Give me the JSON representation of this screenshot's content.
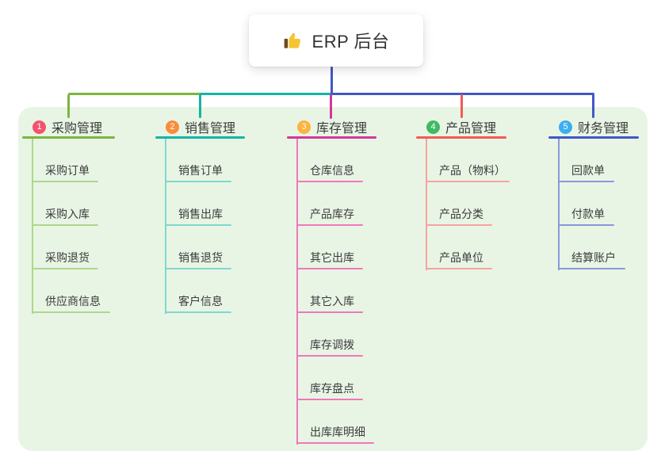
{
  "root": {
    "label": "ERP 后台",
    "icon": "thumbs-up-icon"
  },
  "colors": {
    "panel_background": "#e8f5e5",
    "root_connector": "#4157c9",
    "text": "#3b3b3b"
  },
  "branches": [
    {
      "index": "1",
      "label": "采购管理",
      "badge_color": "#f4536e",
      "line_color": "#7cb53e",
      "child_line_color": "#afd78a",
      "children": [
        "采购订单",
        "采购入库",
        "采购退货",
        "供应商信息"
      ]
    },
    {
      "index": "2",
      "label": "销售管理",
      "badge_color": "#f98c3d",
      "line_color": "#12b5a5",
      "child_line_color": "#7fd8cb",
      "children": [
        "销售订单",
        "销售出库",
        "销售退货",
        "客户信息"
      ]
    },
    {
      "index": "3",
      "label": "库存管理",
      "badge_color": "#ffb23e",
      "line_color": "#d2389a",
      "child_line_color": "#f177ba",
      "children": [
        "仓库信息",
        "产品库存",
        "其它出库",
        "其它入库",
        "库存调拨",
        "库存盘点",
        "出库库明细"
      ]
    },
    {
      "index": "4",
      "label": "产品管理",
      "badge_color": "#3fba63",
      "line_color": "#f25b55",
      "child_line_color": "#f8a39e",
      "children": [
        "产品（物料）",
        "产品分类",
        "产品单位"
      ]
    },
    {
      "index": "5",
      "label": "财务管理",
      "badge_color": "#3baeef",
      "line_color": "#4157c9",
      "child_line_color": "#8a97d9",
      "children": [
        "回款单",
        "付款单",
        "结算账户"
      ]
    }
  ]
}
